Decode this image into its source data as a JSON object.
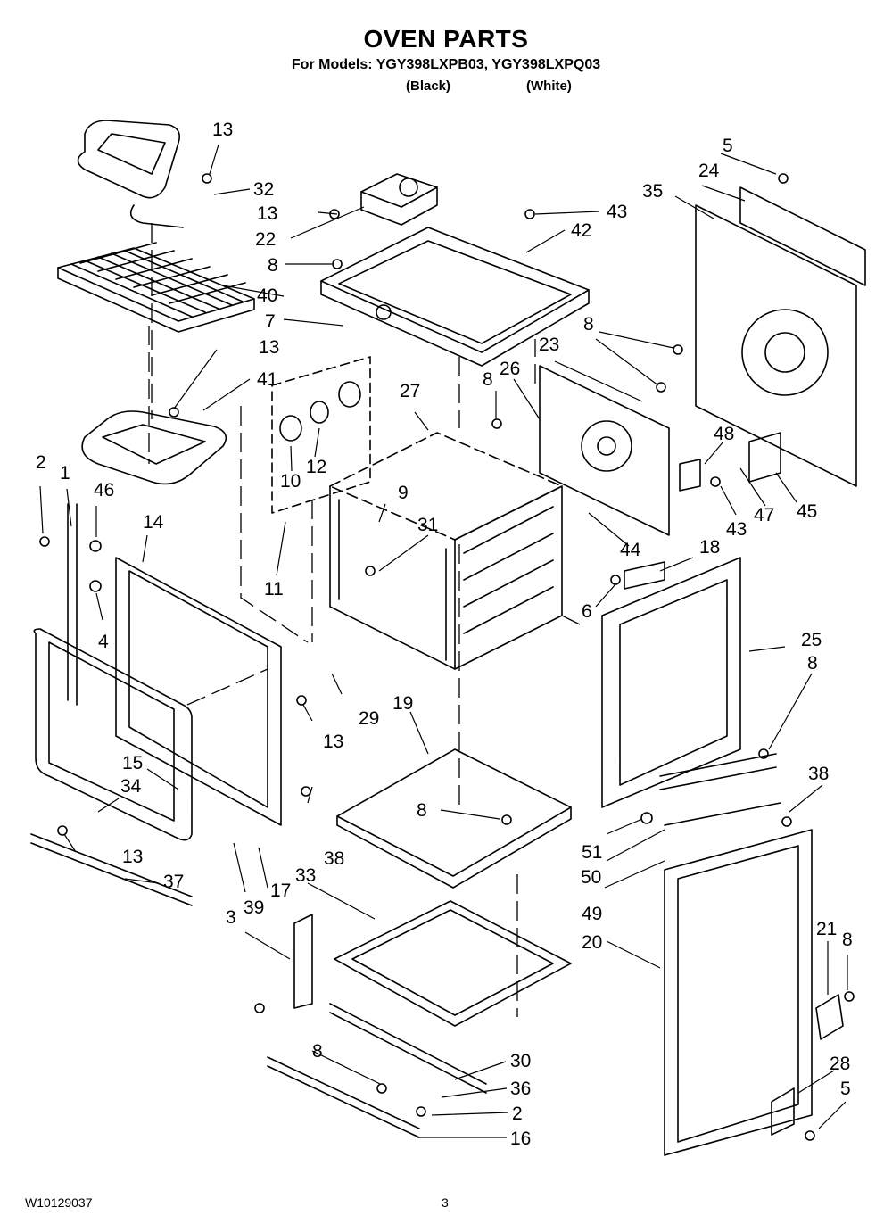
{
  "header": {
    "title": "OVEN PARTS",
    "models_line": "For Models: YGY398LXPB03, YGY398LXPQ03",
    "variant_black": "(Black)",
    "variant_white": "(White)"
  },
  "footer": {
    "doc_number": "W10129037",
    "page_number": "3"
  },
  "callouts": [
    "13",
    "32",
    "13",
    "22",
    "8",
    "40",
    "7",
    "13",
    "41",
    "2",
    "1",
    "46",
    "14",
    "4",
    "10",
    "12",
    "11",
    "27",
    "9",
    "31",
    "29",
    "13",
    "15",
    "34",
    "13",
    "37",
    "38",
    "39",
    "17",
    "19",
    "8",
    "33",
    "3",
    "8",
    "30",
    "36",
    "2",
    "16",
    "43",
    "42",
    "5",
    "24",
    "35",
    "8",
    "8",
    "26",
    "23",
    "48",
    "45",
    "47",
    "43",
    "44",
    "18",
    "6",
    "25",
    "8",
    "38",
    "51",
    "50",
    "49",
    "20",
    "21",
    "8",
    "28",
    "5"
  ]
}
